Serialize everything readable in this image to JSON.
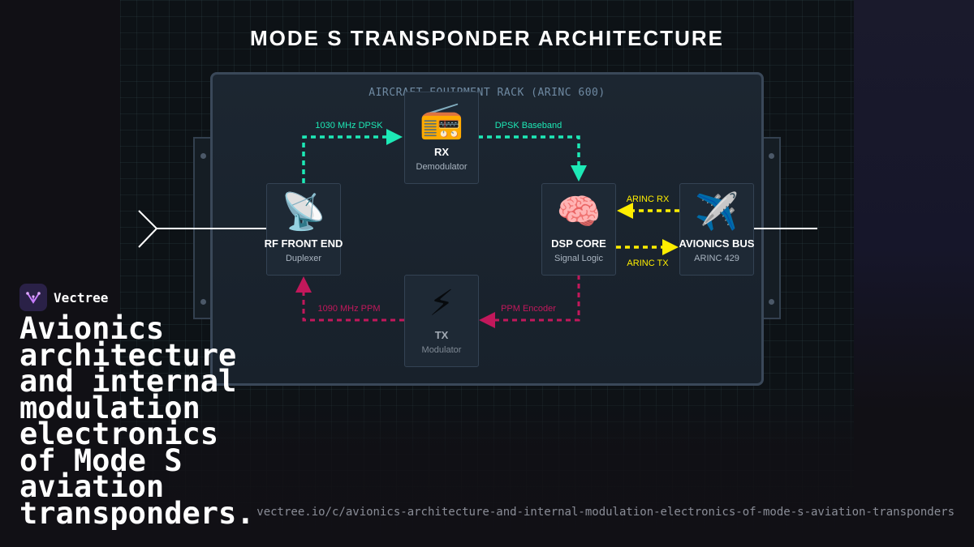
{
  "diagram": {
    "title": "MODE S TRANSPONDER ARCHITECTURE",
    "rack_label": "AIRCRAFT EQUIPMENT RACK (ARINC 600)",
    "modules": {
      "rf": {
        "icon": "📡",
        "icon_name": "satellite-antenna-icon",
        "name": "RF FRONT END",
        "sub": "Duplexer"
      },
      "rx": {
        "icon": "📻",
        "icon_name": "radio-icon",
        "name": "RX",
        "sub": "Demodulator"
      },
      "dsp": {
        "icon": "🧠",
        "icon_name": "brain-icon",
        "name": "DSP CORE",
        "sub": "Signal Logic"
      },
      "tx": {
        "icon": "⚡",
        "icon_name": "lightning-icon",
        "name": "TX",
        "sub": "Modulator"
      },
      "avionics": {
        "icon": "✈️",
        "icon_name": "airplane-icon",
        "name": "AVIONICS BUS",
        "sub": "ARINC 429"
      }
    },
    "links": {
      "uplink": {
        "label": "1030 MHz DPSK",
        "color": "#1de9b6"
      },
      "baseband": {
        "label": "DPSK Baseband",
        "color": "#1de9b6"
      },
      "arinc_rx": {
        "label": "ARINC RX",
        "color": "#ffee00"
      },
      "arinc_tx": {
        "label": "ARINC TX",
        "color": "#ffee00"
      },
      "encoder": {
        "label": "PPM Encoder",
        "color": "#c2185b"
      },
      "downlink": {
        "label": "1090 MHz PPM",
        "color": "#c2185b"
      }
    }
  },
  "brand": {
    "name": "Vectree",
    "icon_name": "vectree-logo-icon"
  },
  "caption": "Avionics architecture and internal modulation electronics of Mode S aviation transponders.",
  "url": "vectree.io/c/avionics-architecture-and-internal-modulation-electronics-of-mode-s-aviation-transponders"
}
